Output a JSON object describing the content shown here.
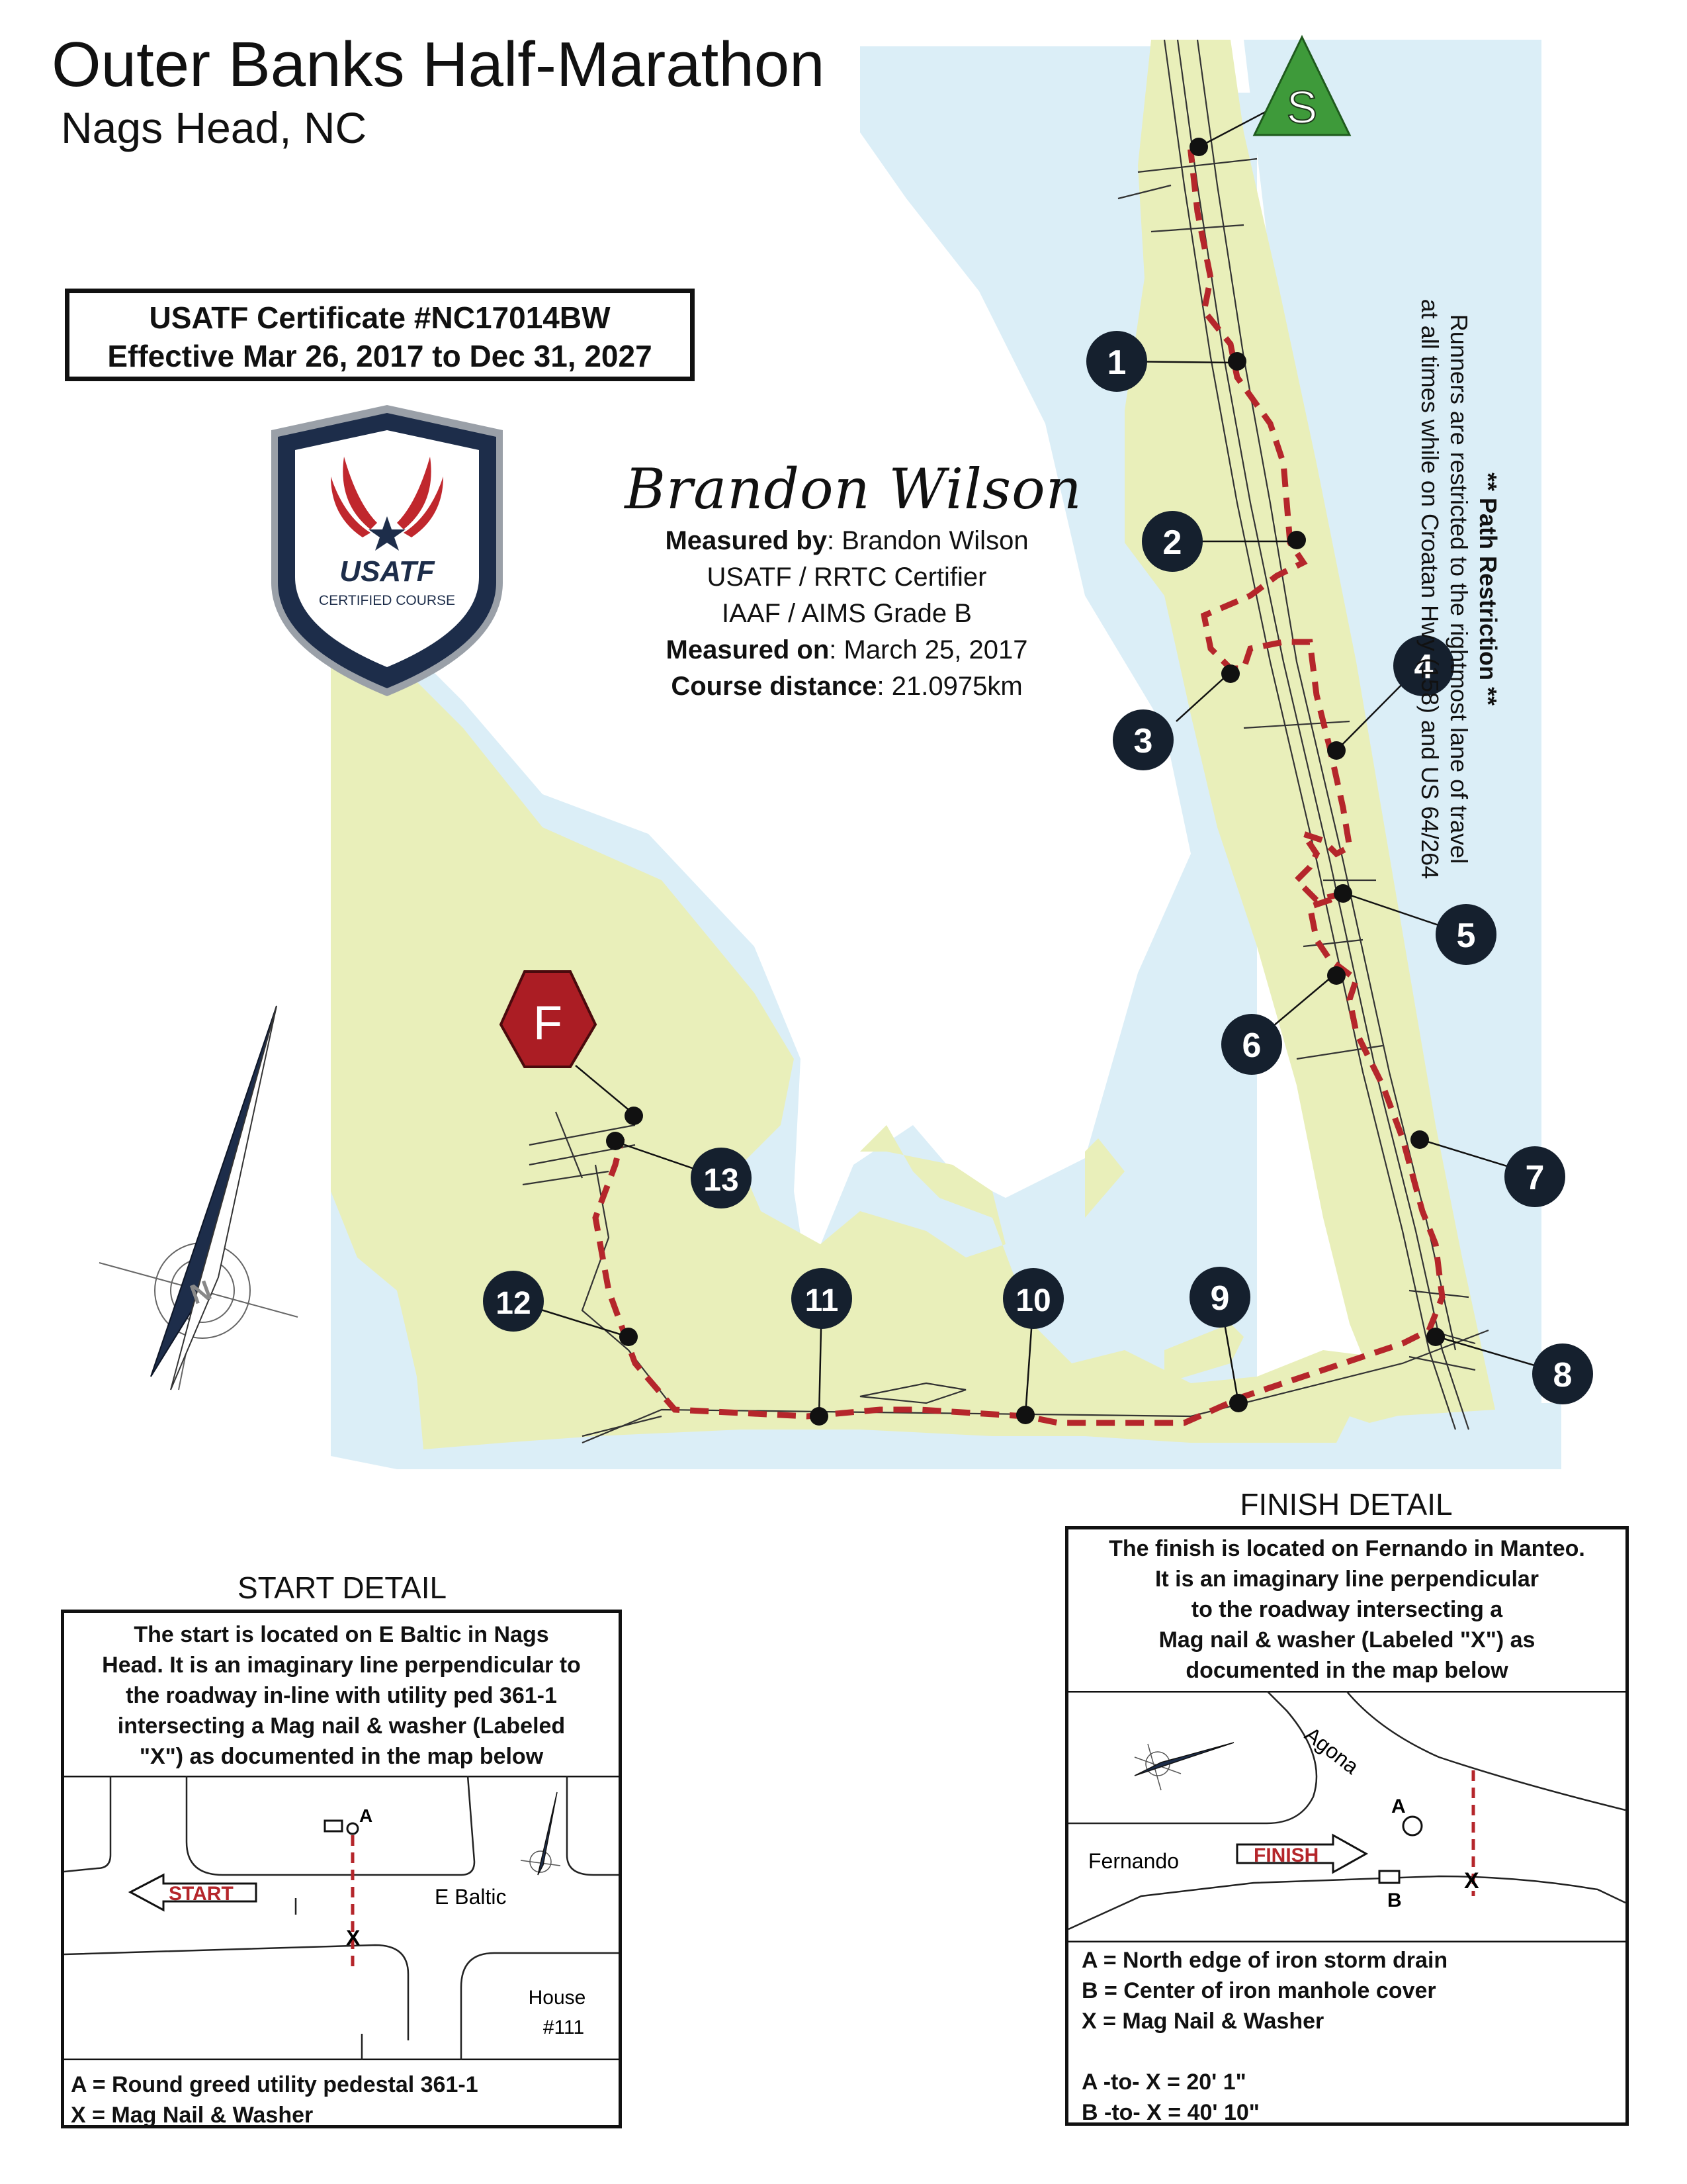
{
  "header": {
    "title": "Outer Banks Half-Marathon",
    "subtitle": "Nags Head, NC"
  },
  "certificate": {
    "line1": "USATF Certificate #NC17014BW",
    "line2": "Effective Mar 26, 2017 to Dec 31, 2027"
  },
  "badge": {
    "name": "USATF",
    "caption": "CERTIFIED COURSE"
  },
  "measurer": {
    "signature": "Brandon Wilson",
    "measured_by_label": "Measured by",
    "measured_by_value": ": Brandon Wilson",
    "role1": "USATF / RRTC Certifier",
    "role2": "IAAF / AIMS Grade B",
    "measured_on_label": "Measured on",
    "measured_on_value": ": March 25, 2017",
    "distance_label": "Course distance",
    "distance_value": ": 21.0975km"
  },
  "restriction": {
    "title": "** Path Restriction **",
    "line1": "Runners are restricted to the rightmost lane of travel",
    "line2": "at all times while on Croatan Hwy (158) and US 64/264"
  },
  "markers": {
    "start": "S",
    "finish": "F",
    "miles": [
      "1",
      "2",
      "3",
      "4",
      "5",
      "6",
      "7",
      "8",
      "9",
      "10",
      "11",
      "12",
      "13"
    ]
  },
  "compass": {
    "north_label": "N"
  },
  "start_detail": {
    "heading": "START DETAIL",
    "description_lines": [
      "The start is located on E Baltic in Nags",
      "Head. It is an imaginary line perpendicular to",
      "the roadway in-line with utility ped 361-1",
      "intersecting a Mag nail & washer (Labeled",
      "\"X\") as documented in the map below"
    ],
    "point_a": "A",
    "point_x": "X",
    "arrow_label": "START",
    "street": "E Baltic",
    "house_line1": "House",
    "house_line2": "#111",
    "legend": [
      "A = Round greed utility pedestal 361-1",
      "X = Mag Nail & Washer"
    ]
  },
  "finish_detail": {
    "heading": "FINISH DETAIL",
    "description_lines": [
      "The finish is located on Fernando in Manteo.",
      "It is an imaginary line perpendicular",
      "to the roadway intersecting a",
      "Mag nail & washer (Labeled \"X\") as",
      "documented in the map below"
    ],
    "street1": "Agona",
    "street2": "Fernando",
    "point_a": "A",
    "point_b": "B",
    "point_x": "X",
    "arrow_label": "FINISH",
    "legend": [
      "A = North edge of iron storm drain",
      "B = Center of iron manhole cover",
      "X = Mag Nail & Washer",
      "",
      "A -to- X = 20' 1\"",
      "B -to- X = 40' 10\""
    ]
  },
  "colors": {
    "land": "#e9efba",
    "water": "#dbeef7",
    "route": "#b5262b",
    "start_marker": "#3e9a3a",
    "finish_marker": "#ab1d24",
    "mile_marker": "#15202e",
    "badge_navy": "#1d2d4a",
    "badge_red": "#c0272d"
  }
}
